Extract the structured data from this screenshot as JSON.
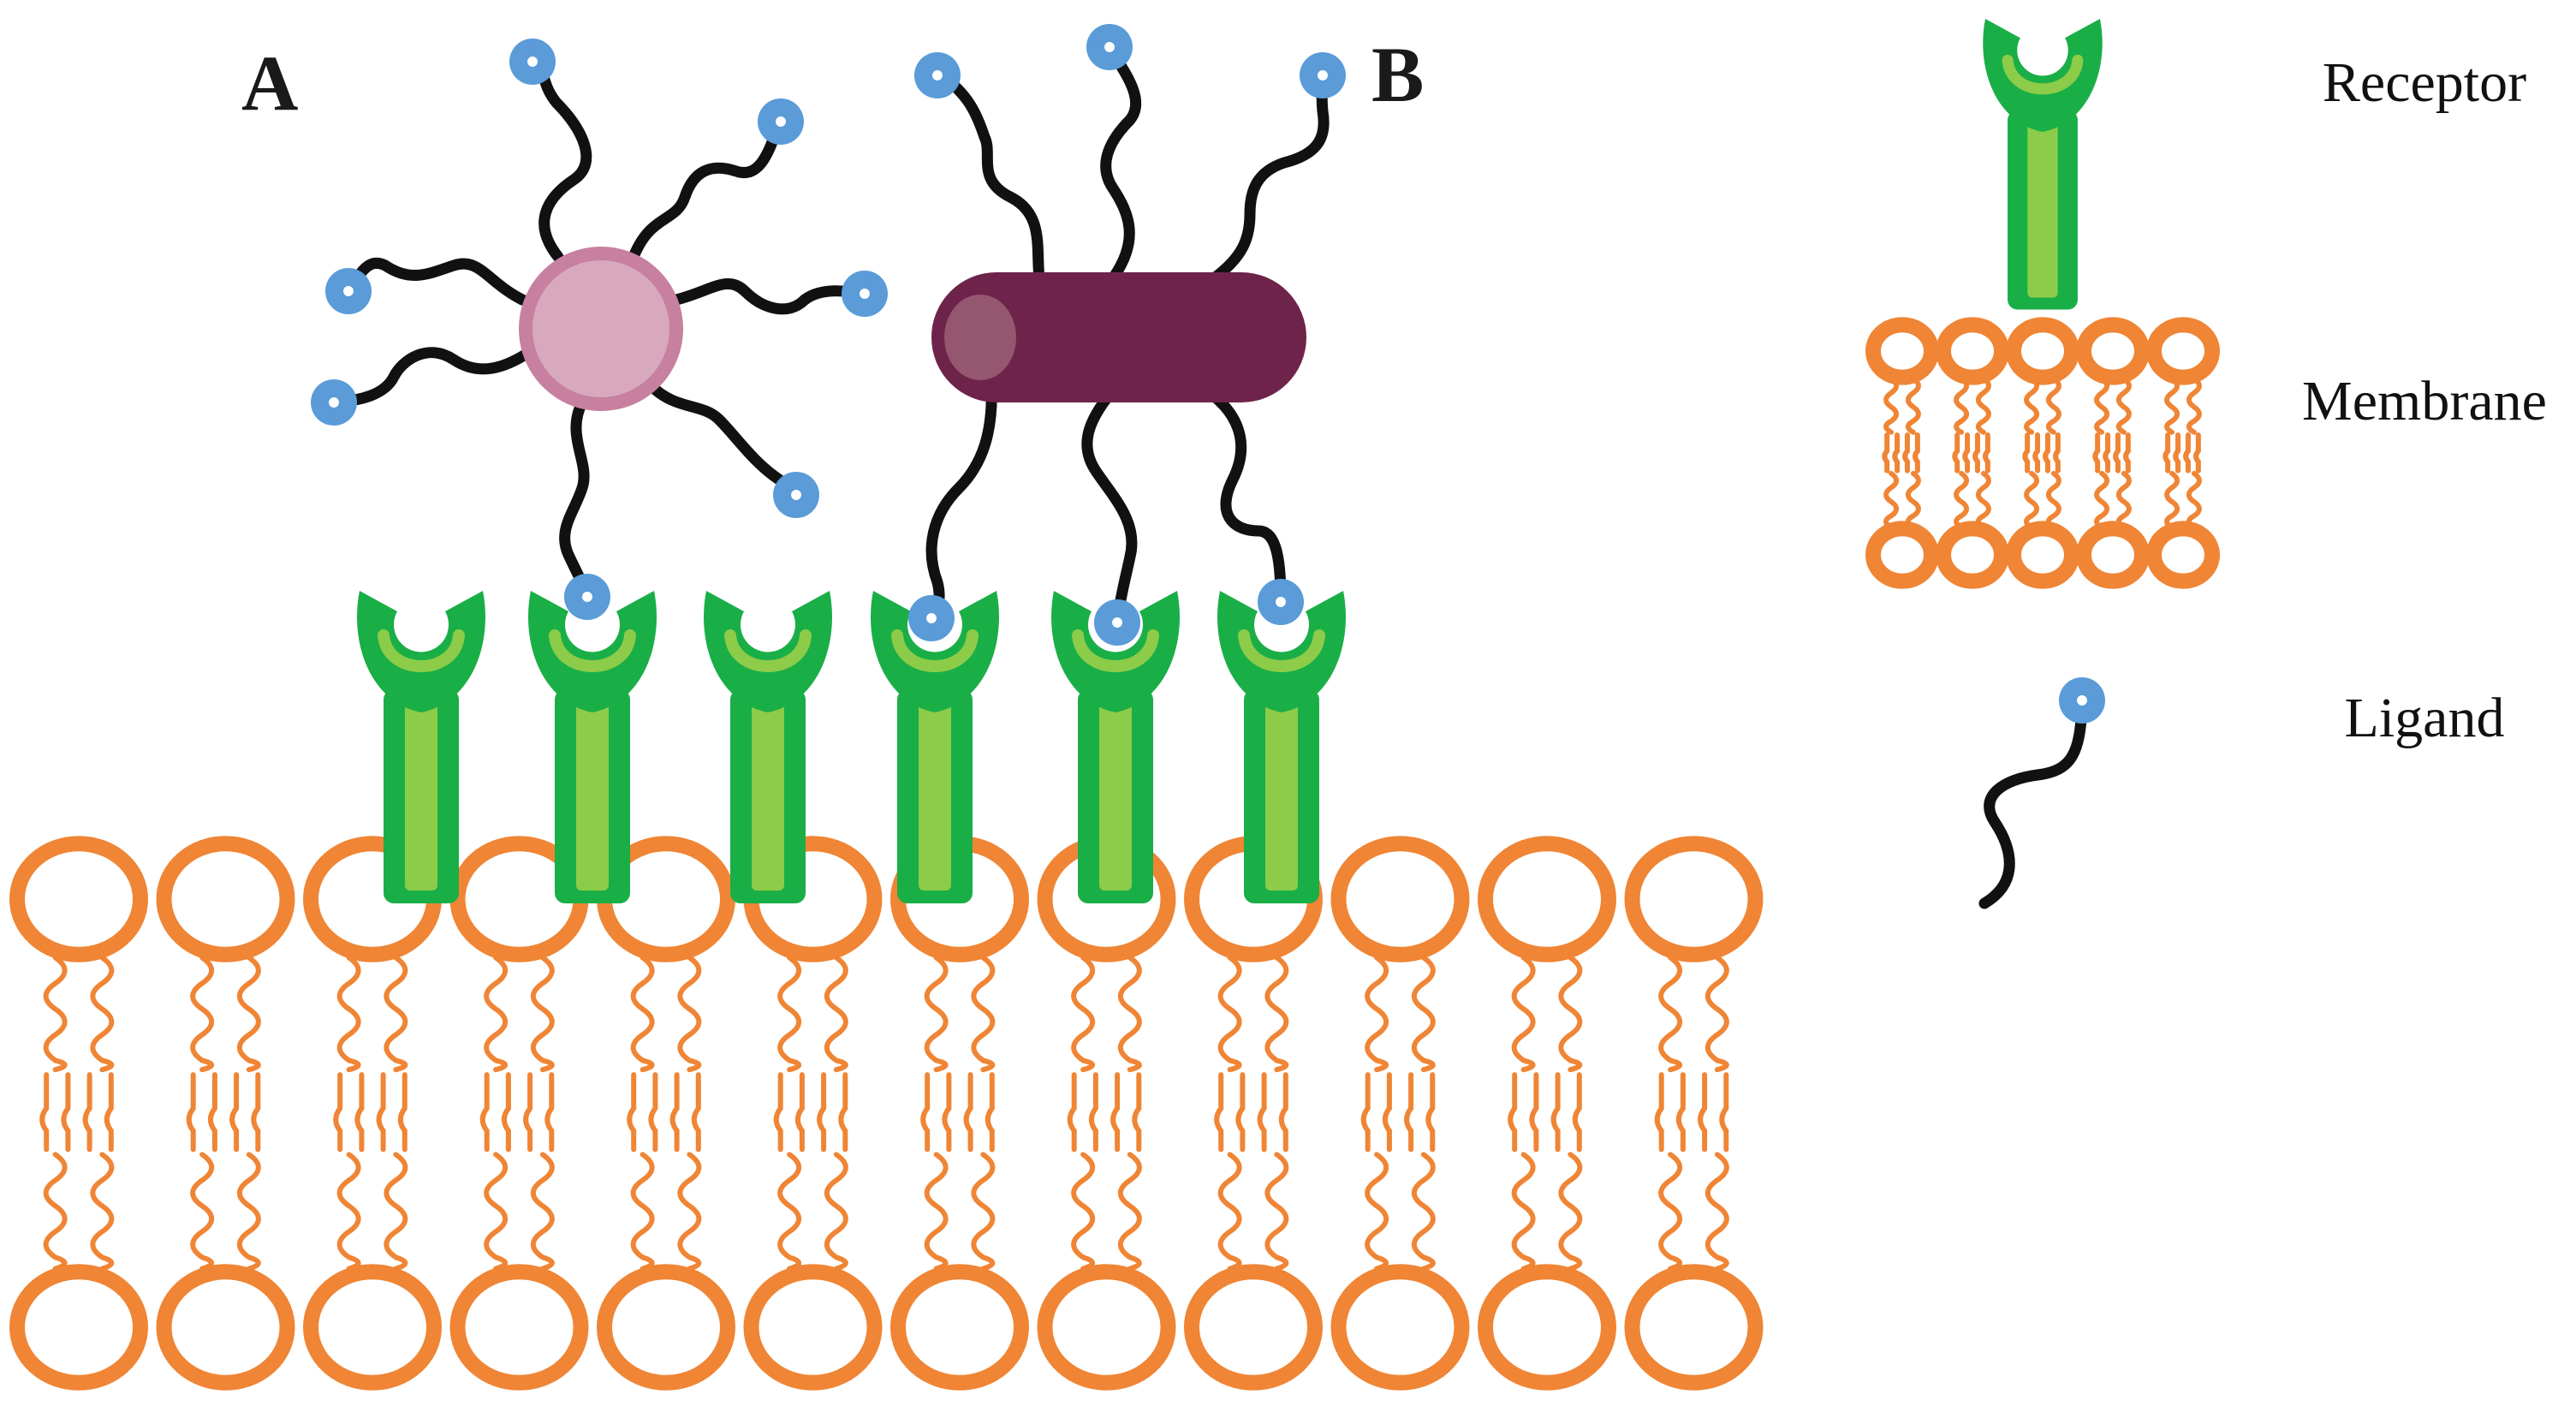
{
  "labels": {
    "panel_a": "A",
    "panel_b": "B"
  },
  "legend": {
    "receptor": "Receptor",
    "membrane": "Membrane",
    "ligand": "Ligand"
  },
  "colors": {
    "membrane": "#ef8535",
    "receptor_outer": "#1aae47",
    "receptor_inner": "#8ccc49",
    "ligand_head": "#5a9bd8",
    "ligand_chain": "#111111",
    "nanosphere_fill": "#d8a9bd",
    "nanosphere_edge": "#c7809f",
    "nanorod": "#6e234a",
    "nanorod_highlight": "#955670"
  }
}
